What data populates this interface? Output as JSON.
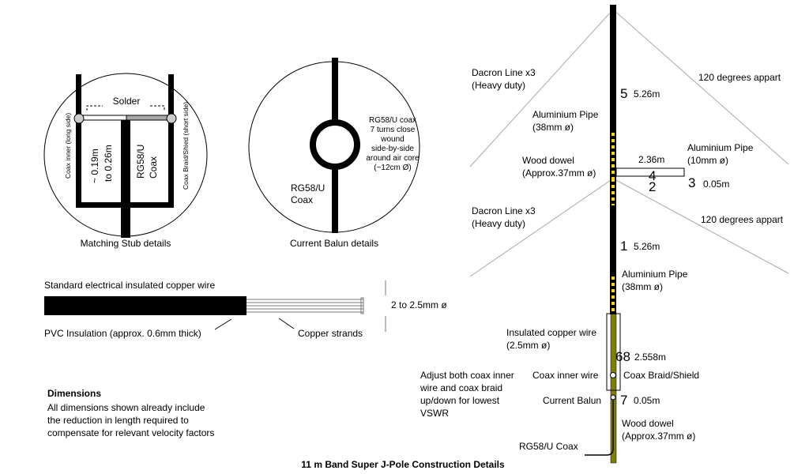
{
  "stub": {
    "solder": "Solder",
    "coax_inner_long": "Coax inner (long side)",
    "coax_braid_short": "Coax Braid/Shied (short side)",
    "length_line1": "~ 0.19m",
    "length_line2": "to 0.26m",
    "coax_line1": "RG58/U",
    "coax_line2": "Coax",
    "caption": "Matching Stub details"
  },
  "balun": {
    "note_line1": "RG58/U coax",
    "note_line2": "7 turns close",
    "note_line3": "wound",
    "note_line4": "side-by-side",
    "note_line5": "around air core",
    "note_line6": "(~12cm Ø)",
    "coax_line1": "RG58/U",
    "coax_line2": "Coax",
    "caption": "Current Balun details"
  },
  "wire": {
    "title": "Standard electrical insulated copper wire",
    "diameter": "2 to 2.5mm ø",
    "insulation": "PVC Insulation (approx. 0.6mm thick)",
    "strands": "Copper strands"
  },
  "dimensions": {
    "heading": "Dimensions",
    "line1": "All dimensions shown already include",
    "line2": "the reduction in length required to",
    "line3": "compensate for relevant velocity factors"
  },
  "title": "11 m Band Super J-Pole Construction Details",
  "antenna": {
    "dacron_top_1": "Dacron Line x3",
    "dacron_top_2": "(Heavy duty)",
    "deg_top": "120 degrees appart",
    "el5_num": "5",
    "el5_len": "5.26m",
    "pipe_top_1": "Aluminium Pipe",
    "pipe_top_2": "(38mm ø)",
    "dowel_top_1": "Wood dowel",
    "dowel_top_2": "(Approx.37mm ø)",
    "el4_len": "2.36m",
    "pipe10_1": "Aluminium Pipe",
    "pipe10_2": "(10mm ø)",
    "el4_num": "4",
    "el2_num": "2",
    "el3_num": "3",
    "el3_len": "0.05m",
    "dacron_mid_1": "Dacron Line x3",
    "dacron_mid_2": "(Heavy duty)",
    "deg_mid": "120 degrees appart",
    "el1_num": "1",
    "el1_len": "5.26m",
    "pipe_mid_1": "Aluminium Pipe",
    "pipe_mid_2": "(38mm ø)",
    "ins_wire_1": "Insulated copper wire",
    "ins_wire_2": "(2.5mm ø)",
    "el68_num": "68",
    "el68_len": "2.558m",
    "adjust_1": "Adjust both coax inner",
    "adjust_2": "wire and coax braid",
    "adjust_3": "up/down for lowest",
    "adjust_4": "VSWR",
    "coax_inner_wire": "Coax inner wire",
    "coax_braid": "Coax Braid/Shield",
    "current_balun": "Current Balun",
    "el7_num": "7",
    "el7_len": "0.05m",
    "dowel_bot_1": "Wood dowel",
    "dowel_bot_2": "(Approx.37mm ø)",
    "rg58_coax": "RG58/U Coax"
  }
}
